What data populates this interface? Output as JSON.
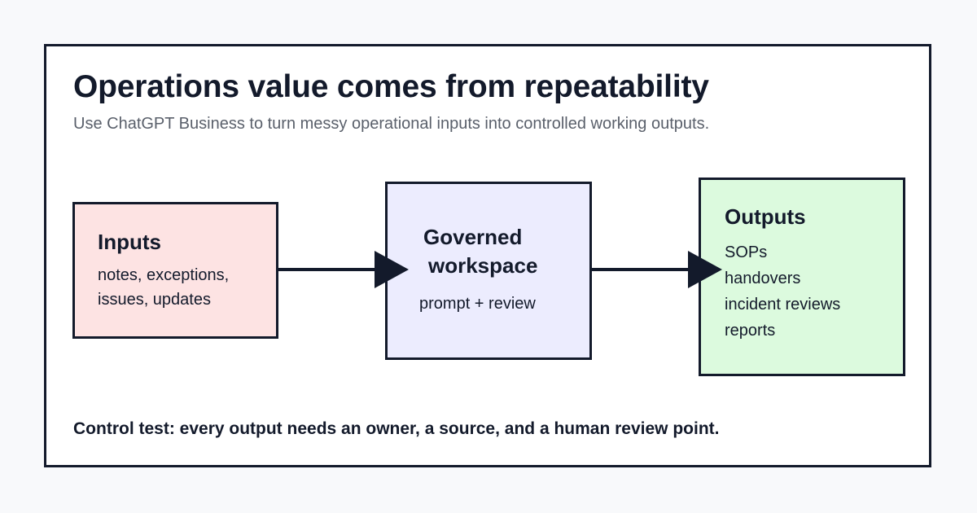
{
  "header": {
    "title": "Operations value comes from repeatability",
    "subtitle": "Use ChatGPT Business to turn messy operational inputs into controlled working outputs."
  },
  "nodes": {
    "inputs": {
      "heading": "Inputs",
      "lines": [
        "notes, exceptions,",
        "issues, updates"
      ],
      "fill": "#fde3e3"
    },
    "workspace": {
      "heading_lines": [
        "Governed",
        "workspace"
      ],
      "detail": "prompt + review",
      "fill": "#ececfe"
    },
    "outputs": {
      "heading": "Outputs",
      "items": [
        "SOPs",
        "handovers",
        "incident reviews",
        "reports"
      ],
      "fill": "#dcfade"
    }
  },
  "edges": [
    {
      "from": "inputs",
      "to": "workspace"
    },
    {
      "from": "workspace",
      "to": "outputs"
    }
  ],
  "footer": {
    "text": "Control test: every output needs an owner, a source, and a human review point."
  },
  "colors": {
    "ink": "#131a2b",
    "muted": "#5a606b",
    "page": "#f8f9fb",
    "panel": "#ffffff"
  }
}
